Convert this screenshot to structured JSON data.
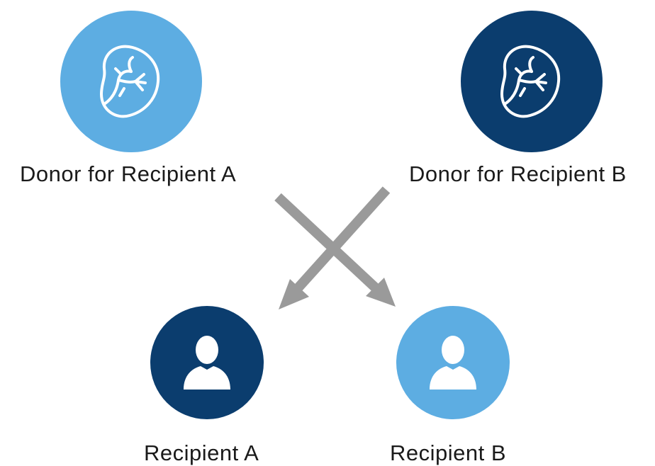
{
  "nodes": {
    "donor_a": {
      "label": "Donor for Recipient A",
      "icon": "kidney-icon",
      "color": "#5dade2"
    },
    "donor_b": {
      "label": "Donor for Recipient B",
      "icon": "kidney-icon",
      "color": "#0b3d6e"
    },
    "recipient_a": {
      "label": "Recipient A",
      "icon": "person-icon",
      "color": "#0b3d6e"
    },
    "recipient_b": {
      "label": "Recipient B",
      "icon": "person-icon",
      "color": "#5dade2"
    }
  },
  "edges": [
    {
      "from": "donor_a",
      "to": "recipient_b"
    },
    {
      "from": "donor_b",
      "to": "recipient_a"
    }
  ],
  "colors": {
    "light_blue": "#5dade2",
    "dark_blue": "#0b3d6e",
    "arrow": "#9a9a9a",
    "text": "#1a1a1a"
  }
}
